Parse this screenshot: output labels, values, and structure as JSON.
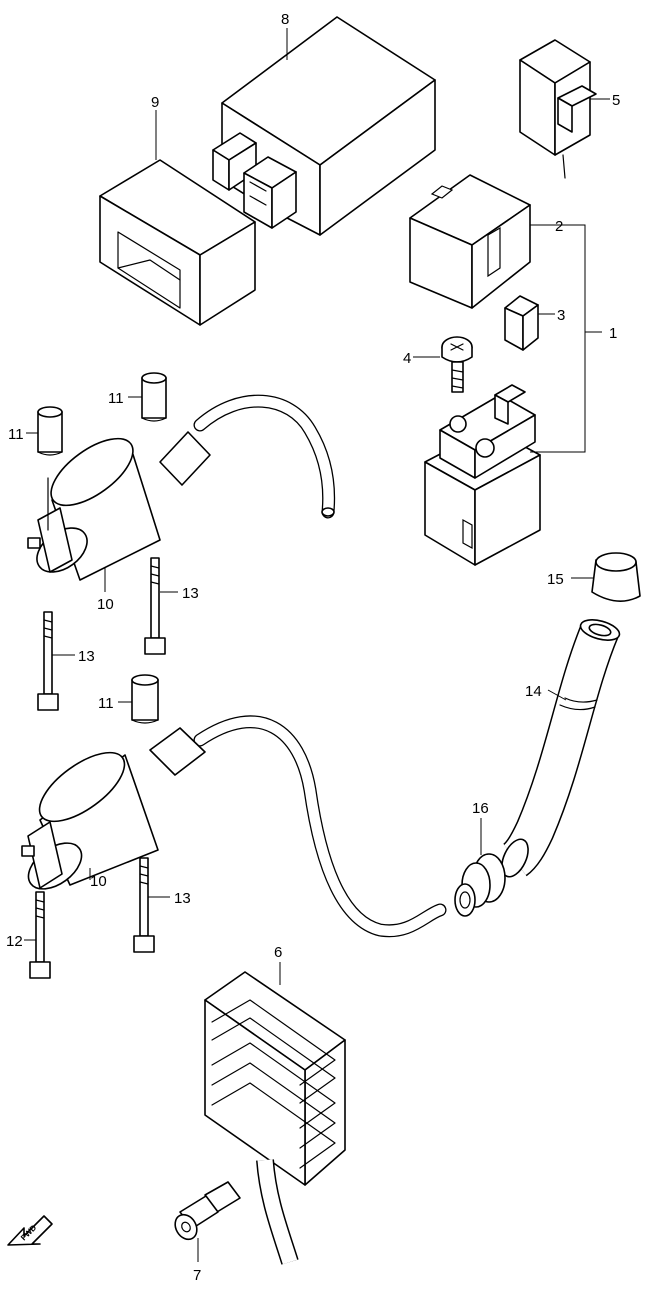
{
  "callouts": {
    "c1": "1",
    "c2": "2",
    "c3": "3",
    "c4": "4",
    "c5": "5",
    "c6": "6",
    "c7": "7",
    "c8": "8",
    "c9": "9",
    "c10a": "10",
    "c10b": "10",
    "c11a": "11",
    "c11b": "11",
    "c11c": "11",
    "c12": "12",
    "c13a": "13",
    "c13b": "13",
    "c13c": "13",
    "c14": "14",
    "c15": "15",
    "c16": "16"
  },
  "direction_marker": {
    "text": "FWD"
  }
}
